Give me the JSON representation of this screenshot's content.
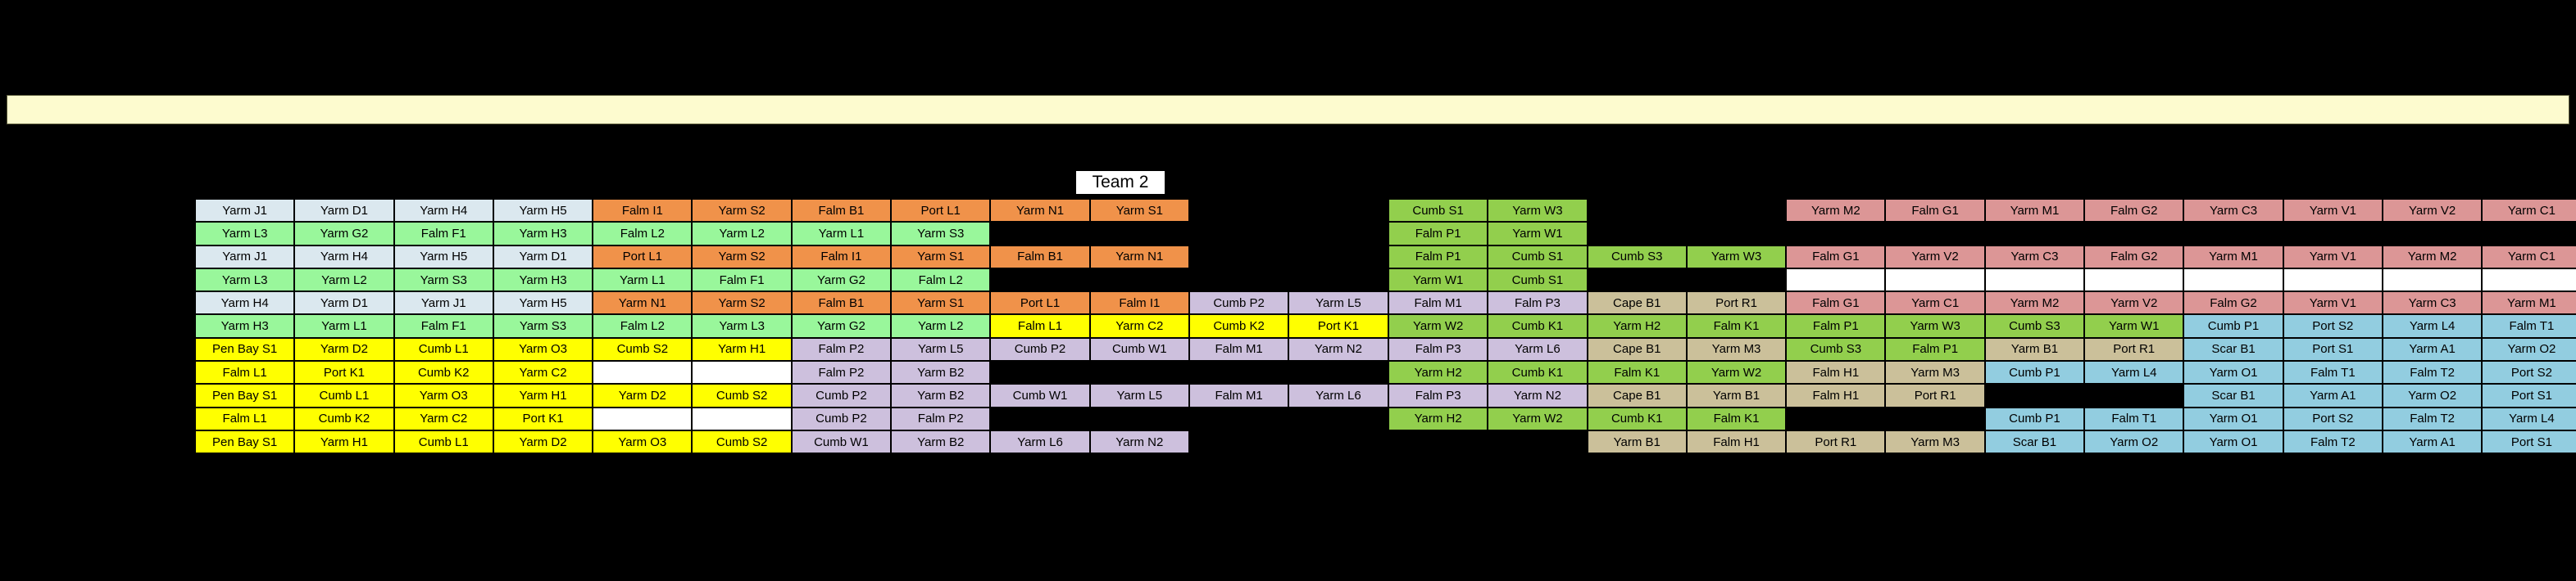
{
  "colors": {
    "lightblue": "#dbe8ef",
    "mintgreen": "#99f79b",
    "orange": "#f0924a",
    "yellow": "#ffff00",
    "lavender": "#cdc0dd",
    "olivegreen": "#92cf4d",
    "tan": "#cbc09a",
    "rose": "#dc9696",
    "skyblue": "#92cde0",
    "white": "#ffffff",
    "band": "#fdfbcf",
    "background": "#000000"
  },
  "team_label": {
    "text": "Team 2"
  },
  "left_table": {
    "cols": 12,
    "rows": [
      [
        {
          "t": "Yarm J1",
          "c": "lightblue"
        },
        {
          "t": "Yarm D1",
          "c": "lightblue"
        },
        {
          "t": "Yarm H4",
          "c": "lightblue"
        },
        {
          "t": "Yarm H5",
          "c": "lightblue"
        },
        {
          "t": "Falm I1",
          "c": "orange"
        },
        {
          "t": "Yarm S2",
          "c": "orange"
        },
        {
          "t": "Falm B1",
          "c": "orange"
        },
        {
          "t": "Port L1",
          "c": "orange"
        },
        {
          "t": "Yarm N1",
          "c": "orange"
        },
        {
          "t": "Yarm S1",
          "c": "orange"
        },
        {
          "t": "",
          "c": "none"
        },
        {
          "t": "",
          "c": "none"
        }
      ],
      [
        {
          "t": "Yarm L3",
          "c": "mintgreen"
        },
        {
          "t": "Yarm G2",
          "c": "mintgreen"
        },
        {
          "t": "Falm F1",
          "c": "mintgreen"
        },
        {
          "t": "Yarm H3",
          "c": "mintgreen"
        },
        {
          "t": "Falm L2",
          "c": "mintgreen"
        },
        {
          "t": "Yarm L2",
          "c": "mintgreen"
        },
        {
          "t": "Yarm L1",
          "c": "mintgreen"
        },
        {
          "t": "Yarm S3",
          "c": "mintgreen"
        },
        {
          "t": "",
          "c": "none"
        },
        {
          "t": "",
          "c": "none"
        },
        {
          "t": "",
          "c": "none"
        },
        {
          "t": "",
          "c": "none"
        }
      ],
      [
        {
          "t": "Yarm J1",
          "c": "lightblue"
        },
        {
          "t": "Yarm H4",
          "c": "lightblue"
        },
        {
          "t": "Yarm H5",
          "c": "lightblue"
        },
        {
          "t": "Yarm D1",
          "c": "lightblue"
        },
        {
          "t": "Port L1",
          "c": "orange"
        },
        {
          "t": "Yarm S2",
          "c": "orange"
        },
        {
          "t": "Falm I1",
          "c": "orange"
        },
        {
          "t": "Yarm S1",
          "c": "orange"
        },
        {
          "t": "Falm B1",
          "c": "orange"
        },
        {
          "t": "Yarm N1",
          "c": "orange"
        },
        {
          "t": "",
          "c": "none"
        },
        {
          "t": "",
          "c": "none"
        }
      ],
      [
        {
          "t": "Yarm L3",
          "c": "mintgreen"
        },
        {
          "t": "Yarm L2",
          "c": "mintgreen"
        },
        {
          "t": "Yarm S3",
          "c": "mintgreen"
        },
        {
          "t": "Yarm H3",
          "c": "mintgreen"
        },
        {
          "t": "Yarm L1",
          "c": "mintgreen"
        },
        {
          "t": "Falm F1",
          "c": "mintgreen"
        },
        {
          "t": "Yarm G2",
          "c": "mintgreen"
        },
        {
          "t": "Falm L2",
          "c": "mintgreen"
        },
        {
          "t": "",
          "c": "none"
        },
        {
          "t": "",
          "c": "none"
        },
        {
          "t": "",
          "c": "none"
        },
        {
          "t": "",
          "c": "none"
        }
      ],
      [
        {
          "t": "Yarm H4",
          "c": "lightblue"
        },
        {
          "t": "Yarm D1",
          "c": "lightblue"
        },
        {
          "t": "Yarm J1",
          "c": "lightblue"
        },
        {
          "t": "Yarm H5",
          "c": "lightblue"
        },
        {
          "t": "Yarm N1",
          "c": "orange"
        },
        {
          "t": "Yarm S2",
          "c": "orange"
        },
        {
          "t": "Falm B1",
          "c": "orange"
        },
        {
          "t": "Yarm S1",
          "c": "orange"
        },
        {
          "t": "Port L1",
          "c": "orange"
        },
        {
          "t": "Falm I1",
          "c": "orange"
        },
        {
          "t": "Cumb P2",
          "c": "lavender"
        },
        {
          "t": "Yarm L5",
          "c": "lavender"
        }
      ],
      [
        {
          "t": "Yarm H3",
          "c": "mintgreen"
        },
        {
          "t": "Yarm L1",
          "c": "mintgreen"
        },
        {
          "t": "Falm F1",
          "c": "mintgreen"
        },
        {
          "t": "Yarm S3",
          "c": "mintgreen"
        },
        {
          "t": "Falm L2",
          "c": "mintgreen"
        },
        {
          "t": "Yarm L3",
          "c": "mintgreen"
        },
        {
          "t": "Yarm G2",
          "c": "mintgreen"
        },
        {
          "t": "Yarm L2",
          "c": "mintgreen"
        },
        {
          "t": "Falm L1",
          "c": "yellow"
        },
        {
          "t": "Yarm C2",
          "c": "yellow"
        },
        {
          "t": "Cumb K2",
          "c": "yellow"
        },
        {
          "t": "Port K1",
          "c": "yellow"
        }
      ],
      [
        {
          "t": "Pen Bay S1",
          "c": "yellow"
        },
        {
          "t": "Yarm D2",
          "c": "yellow"
        },
        {
          "t": "Cumb L1",
          "c": "yellow"
        },
        {
          "t": "Yarm O3",
          "c": "yellow"
        },
        {
          "t": "Cumb S2",
          "c": "yellow"
        },
        {
          "t": "Yarm H1",
          "c": "yellow"
        },
        {
          "t": "Falm P2",
          "c": "lavender"
        },
        {
          "t": "Yarm L5",
          "c": "lavender"
        },
        {
          "t": "Cumb P2",
          "c": "lavender"
        },
        {
          "t": "Cumb W1",
          "c": "lavender"
        },
        {
          "t": "Falm M1",
          "c": "lavender"
        },
        {
          "t": "Yarm N2",
          "c": "lavender"
        }
      ],
      [
        {
          "t": "Falm L1",
          "c": "yellow"
        },
        {
          "t": "Port K1",
          "c": "yellow"
        },
        {
          "t": "Cumb K2",
          "c": "yellow"
        },
        {
          "t": "Yarm C2",
          "c": "yellow"
        },
        {
          "t": "",
          "c": "white"
        },
        {
          "t": "",
          "c": "white"
        },
        {
          "t": "Falm P2",
          "c": "lavender"
        },
        {
          "t": "Yarm B2",
          "c": "lavender"
        },
        {
          "t": "",
          "c": "none"
        },
        {
          "t": "",
          "c": "none"
        },
        {
          "t": "",
          "c": "none"
        },
        {
          "t": "",
          "c": "none"
        }
      ],
      [
        {
          "t": "Pen Bay S1",
          "c": "yellow"
        },
        {
          "t": "Cumb L1",
          "c": "yellow"
        },
        {
          "t": "Yarm O3",
          "c": "yellow"
        },
        {
          "t": "Yarm H1",
          "c": "yellow"
        },
        {
          "t": "Yarm D2",
          "c": "yellow"
        },
        {
          "t": "Cumb S2",
          "c": "yellow"
        },
        {
          "t": "Cumb P2",
          "c": "lavender"
        },
        {
          "t": "Yarm B2",
          "c": "lavender"
        },
        {
          "t": "Cumb W1",
          "c": "lavender"
        },
        {
          "t": "Yarm L5",
          "c": "lavender"
        },
        {
          "t": "Falm M1",
          "c": "lavender"
        },
        {
          "t": "Yarm L6",
          "c": "lavender"
        }
      ],
      [
        {
          "t": "Falm L1",
          "c": "yellow"
        },
        {
          "t": "Cumb K2",
          "c": "yellow"
        },
        {
          "t": "Yarm C2",
          "c": "yellow"
        },
        {
          "t": "Port K1",
          "c": "yellow"
        },
        {
          "t": "",
          "c": "white"
        },
        {
          "t": "",
          "c": "white"
        },
        {
          "t": "Cumb P2",
          "c": "lavender"
        },
        {
          "t": "Falm P2",
          "c": "lavender"
        },
        {
          "t": "",
          "c": "none"
        },
        {
          "t": "",
          "c": "none"
        },
        {
          "t": "",
          "c": "none"
        },
        {
          "t": "",
          "c": "none"
        }
      ],
      [
        {
          "t": "Pen Bay S1",
          "c": "yellow"
        },
        {
          "t": "Yarm H1",
          "c": "yellow"
        },
        {
          "t": "Cumb L1",
          "c": "yellow"
        },
        {
          "t": "Yarm D2",
          "c": "yellow"
        },
        {
          "t": "Yarm O3",
          "c": "yellow"
        },
        {
          "t": "Cumb S2",
          "c": "yellow"
        },
        {
          "t": "Cumb W1",
          "c": "lavender"
        },
        {
          "t": "Yarm B2",
          "c": "lavender"
        },
        {
          "t": "Yarm L6",
          "c": "lavender"
        },
        {
          "t": "Yarm N2",
          "c": "lavender"
        },
        {
          "t": "",
          "c": "none"
        },
        {
          "t": "",
          "c": "none"
        }
      ]
    ]
  },
  "right_table": {
    "cols": 12,
    "rows": [
      [
        {
          "t": "Cumb S1",
          "c": "olivegreen"
        },
        {
          "t": "Yarm W3",
          "c": "olivegreen"
        },
        {
          "t": "",
          "c": "none"
        },
        {
          "t": "",
          "c": "none"
        },
        {
          "t": "Yarm M2",
          "c": "rose"
        },
        {
          "t": "Falm G1",
          "c": "rose"
        },
        {
          "t": "Yarm M1",
          "c": "rose"
        },
        {
          "t": "Falm G2",
          "c": "rose"
        },
        {
          "t": "Yarm C3",
          "c": "rose"
        },
        {
          "t": "Yarm V1",
          "c": "rose"
        },
        {
          "t": "Yarm V2",
          "c": "rose"
        },
        {
          "t": "Yarm C1",
          "c": "rose"
        }
      ],
      [
        {
          "t": "Falm P1",
          "c": "olivegreen"
        },
        {
          "t": "Yarm W1",
          "c": "olivegreen"
        },
        {
          "t": "",
          "c": "none"
        },
        {
          "t": "",
          "c": "none"
        },
        {
          "t": "",
          "c": "none"
        },
        {
          "t": "",
          "c": "none"
        },
        {
          "t": "",
          "c": "none"
        },
        {
          "t": "",
          "c": "none"
        },
        {
          "t": "",
          "c": "none"
        },
        {
          "t": "",
          "c": "none"
        },
        {
          "t": "",
          "c": "none"
        },
        {
          "t": "",
          "c": "none"
        }
      ],
      [
        {
          "t": "Falm P1",
          "c": "olivegreen"
        },
        {
          "t": "Cumb S1",
          "c": "olivegreen"
        },
        {
          "t": "Cumb S3",
          "c": "olivegreen"
        },
        {
          "t": "Yarm W3",
          "c": "olivegreen"
        },
        {
          "t": "Falm G1",
          "c": "rose"
        },
        {
          "t": "Yarm V2",
          "c": "rose"
        },
        {
          "t": "Yarm C3",
          "c": "rose"
        },
        {
          "t": "Falm G2",
          "c": "rose"
        },
        {
          "t": "Yarm M1",
          "c": "rose"
        },
        {
          "t": "Yarm V1",
          "c": "rose"
        },
        {
          "t": "Yarm M2",
          "c": "rose"
        },
        {
          "t": "Yarm C1",
          "c": "rose"
        }
      ],
      [
        {
          "t": "Yarm W1",
          "c": "olivegreen"
        },
        {
          "t": "Cumb S1",
          "c": "olivegreen"
        },
        {
          "t": "",
          "c": "none"
        },
        {
          "t": "",
          "c": "none"
        },
        {
          "t": "",
          "c": "white"
        },
        {
          "t": "",
          "c": "white"
        },
        {
          "t": "",
          "c": "white"
        },
        {
          "t": "",
          "c": "white"
        },
        {
          "t": "",
          "c": "white"
        },
        {
          "t": "",
          "c": "white"
        },
        {
          "t": "",
          "c": "white"
        },
        {
          "t": "",
          "c": "white"
        }
      ],
      [
        {
          "t": "Falm M1",
          "c": "lavender"
        },
        {
          "t": "Falm P3",
          "c": "lavender"
        },
        {
          "t": "Cape B1",
          "c": "tan"
        },
        {
          "t": "Port R1",
          "c": "tan"
        },
        {
          "t": "Falm G1",
          "c": "rose"
        },
        {
          "t": "Yarm C1",
          "c": "rose"
        },
        {
          "t": "Yarm M2",
          "c": "rose"
        },
        {
          "t": "Yarm V2",
          "c": "rose"
        },
        {
          "t": "Falm G2",
          "c": "rose"
        },
        {
          "t": "Yarm V1",
          "c": "rose"
        },
        {
          "t": "Yarm C3",
          "c": "rose"
        },
        {
          "t": "Yarm M1",
          "c": "rose"
        }
      ],
      [
        {
          "t": "Yarm W2",
          "c": "olivegreen"
        },
        {
          "t": "Cumb K1",
          "c": "olivegreen"
        },
        {
          "t": "Yarm H2",
          "c": "olivegreen"
        },
        {
          "t": "Falm K1",
          "c": "olivegreen"
        },
        {
          "t": "Falm P1",
          "c": "olivegreen"
        },
        {
          "t": "Yarm W3",
          "c": "olivegreen"
        },
        {
          "t": "Cumb S3",
          "c": "olivegreen"
        },
        {
          "t": "Yarm W1",
          "c": "olivegreen"
        },
        {
          "t": "Cumb P1",
          "c": "skyblue"
        },
        {
          "t": "Port S2",
          "c": "skyblue"
        },
        {
          "t": "Yarm L4",
          "c": "skyblue"
        },
        {
          "t": "Falm T1",
          "c": "skyblue"
        }
      ],
      [
        {
          "t": "Falm P3",
          "c": "lavender"
        },
        {
          "t": "Yarm L6",
          "c": "lavender"
        },
        {
          "t": "Cape B1",
          "c": "tan"
        },
        {
          "t": "Yarm M3",
          "c": "tan"
        },
        {
          "t": "Cumb S3",
          "c": "olivegreen"
        },
        {
          "t": "Falm P1",
          "c": "olivegreen"
        },
        {
          "t": "Yarm B1",
          "c": "tan"
        },
        {
          "t": "Port R1",
          "c": "tan"
        },
        {
          "t": "Scar B1",
          "c": "skyblue"
        },
        {
          "t": "Port S1",
          "c": "skyblue"
        },
        {
          "t": "Yarm A1",
          "c": "skyblue"
        },
        {
          "t": "Yarm O2",
          "c": "skyblue"
        }
      ],
      [
        {
          "t": "Yarm H2",
          "c": "olivegreen"
        },
        {
          "t": "Cumb K1",
          "c": "olivegreen"
        },
        {
          "t": "Falm K1",
          "c": "olivegreen"
        },
        {
          "t": "Yarm W2",
          "c": "olivegreen"
        },
        {
          "t": "Falm H1",
          "c": "tan"
        },
        {
          "t": "Yarm M3",
          "c": "tan"
        },
        {
          "t": "Cumb P1",
          "c": "skyblue"
        },
        {
          "t": "Yarm L4",
          "c": "skyblue"
        },
        {
          "t": "Yarm O1",
          "c": "skyblue"
        },
        {
          "t": "Falm T1",
          "c": "skyblue"
        },
        {
          "t": "Falm T2",
          "c": "skyblue"
        },
        {
          "t": "Port S2",
          "c": "skyblue"
        }
      ],
      [
        {
          "t": "Falm P3",
          "c": "lavender"
        },
        {
          "t": "Yarm N2",
          "c": "lavender"
        },
        {
          "t": "Cape B1",
          "c": "tan"
        },
        {
          "t": "Yarm B1",
          "c": "tan"
        },
        {
          "t": "Falm H1",
          "c": "tan"
        },
        {
          "t": "Port R1",
          "c": "tan"
        },
        {
          "t": "",
          "c": "none"
        },
        {
          "t": "",
          "c": "none"
        },
        {
          "t": "Scar B1",
          "c": "skyblue"
        },
        {
          "t": "Yarm A1",
          "c": "skyblue"
        },
        {
          "t": "Yarm O2",
          "c": "skyblue"
        },
        {
          "t": "Port S1",
          "c": "skyblue"
        }
      ],
      [
        {
          "t": "Yarm H2",
          "c": "olivegreen"
        },
        {
          "t": "Yarm W2",
          "c": "olivegreen"
        },
        {
          "t": "Cumb K1",
          "c": "olivegreen"
        },
        {
          "t": "Falm K1",
          "c": "olivegreen"
        },
        {
          "t": "",
          "c": "none"
        },
        {
          "t": "",
          "c": "none"
        },
        {
          "t": "Cumb P1",
          "c": "skyblue"
        },
        {
          "t": "Falm T1",
          "c": "skyblue"
        },
        {
          "t": "Yarm O1",
          "c": "skyblue"
        },
        {
          "t": "Port S2",
          "c": "skyblue"
        },
        {
          "t": "Falm T2",
          "c": "skyblue"
        },
        {
          "t": "Yarm L4",
          "c": "skyblue"
        }
      ],
      [
        {
          "t": "",
          "c": "none"
        },
        {
          "t": "",
          "c": "none"
        },
        {
          "t": "Yarm B1",
          "c": "tan"
        },
        {
          "t": "Falm H1",
          "c": "tan"
        },
        {
          "t": "Port R1",
          "c": "tan"
        },
        {
          "t": "Yarm M3",
          "c": "tan"
        },
        {
          "t": "Scar B1",
          "c": "skyblue"
        },
        {
          "t": "Yarm O2",
          "c": "skyblue"
        },
        {
          "t": "Yarm O1",
          "c": "skyblue"
        },
        {
          "t": "Falm T2",
          "c": "skyblue"
        },
        {
          "t": "Yarm A1",
          "c": "skyblue"
        },
        {
          "t": "Port S1",
          "c": "skyblue"
        }
      ]
    ]
  }
}
